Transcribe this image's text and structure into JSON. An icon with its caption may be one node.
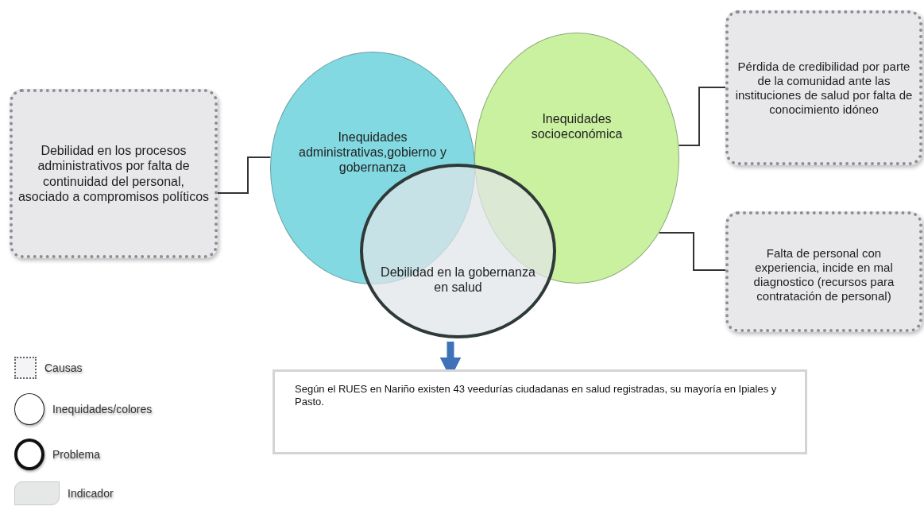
{
  "diagram": {
    "nodes": [
      {
        "text": [
          "Debilidad en los procesos administrativos por falta de continuidad del personal, asociado a compromisos políticos"
        ]
      },
      {
        "text": [
          "Inequidades administrativas,gobierno y gobernanza"
        ]
      },
      {
        "text": [
          "Inequidades socioeconómica"
        ]
      },
      {
        "text": [
          "Debilidad en la gobernanza en salud"
        ]
      },
      {
        "text": [
          "Pérdida de credibilidad por parte de la comunidad ante las instituciones de salud por falta de conocimiento idóneo"
        ]
      },
      {
        "text": [
          "Falta de personal con experiencia, incide en mal diagnostico (recursos para contratación de personal)"
        ]
      },
      {
        "text": [
          "Según el RUES en Nariño existen 43 veedurías ciudadanas en salud registradas, su mayoría en Ipiales y Pasto."
        ]
      }
    ],
    "edges": [
      {
        "from": 0,
        "to": 1,
        "arrow": "none"
      },
      {
        "from": 2,
        "to": 4,
        "arrow": "none"
      },
      {
        "from": 2,
        "to": 5,
        "arrow": "none"
      },
      {
        "from": 3,
        "to": 6,
        "arrow": "to",
        "style": "thick",
        "color": "#3d72b8"
      }
    ],
    "legend": [
      {
        "text": "Causas"
      },
      {
        "text": "Inequidades/colores"
      },
      {
        "text": "Problema"
      },
      {
        "text": "Indicador"
      }
    ]
  }
}
